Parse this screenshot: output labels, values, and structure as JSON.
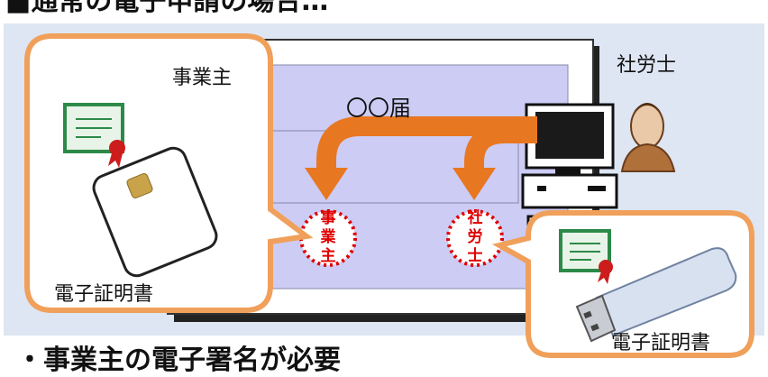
{
  "heading": "■通常の電子申請の場合…",
  "footer_note": "・事業主の電子署名が必要",
  "form": {
    "title": "〇〇届"
  },
  "roles": {
    "employer": "事業主",
    "labor_consultant": "社労士"
  },
  "stamps": {
    "employer": [
      "事",
      "業",
      "主"
    ],
    "labor_consultant": [
      "社",
      "労",
      "士"
    ]
  },
  "left_bubble": {
    "caption": "電子証明書"
  },
  "right_bubble": {
    "caption": "電子証明書"
  },
  "colors": {
    "panel_bg": "#dde6f2",
    "form_bg": "#ccccf5",
    "bubble_border": "#f0a05a",
    "arrow": "#e87722",
    "stamp": "#e00000"
  }
}
